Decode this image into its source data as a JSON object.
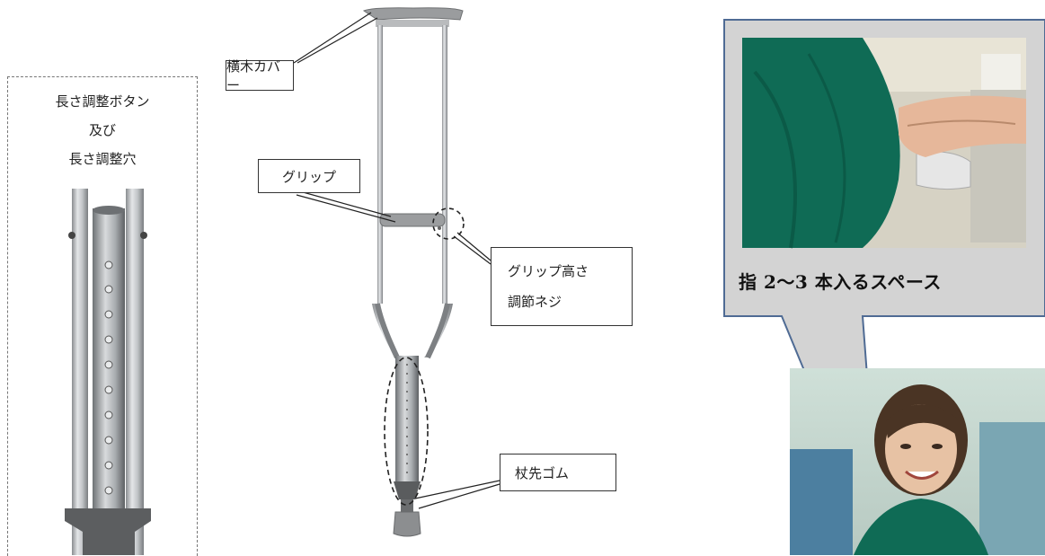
{
  "labels": {
    "crossbar_cover": "横木カバー",
    "grip": "グリップ",
    "grip_height_screw_line1": "グリップ高さ",
    "grip_height_screw_line2": "調節ネジ",
    "tip_rubber": "杖先ゴム"
  },
  "detail": {
    "line1": "長さ調整ボタン",
    "line2": "及び",
    "line3": "長さ調整穴"
  },
  "callout": {
    "caption": "指 2～3 本入るスペース"
  },
  "colors": {
    "callout_fill": "#d3d3d3",
    "callout_border": "#4f6b94",
    "sweater_green": "#0f6b55"
  }
}
